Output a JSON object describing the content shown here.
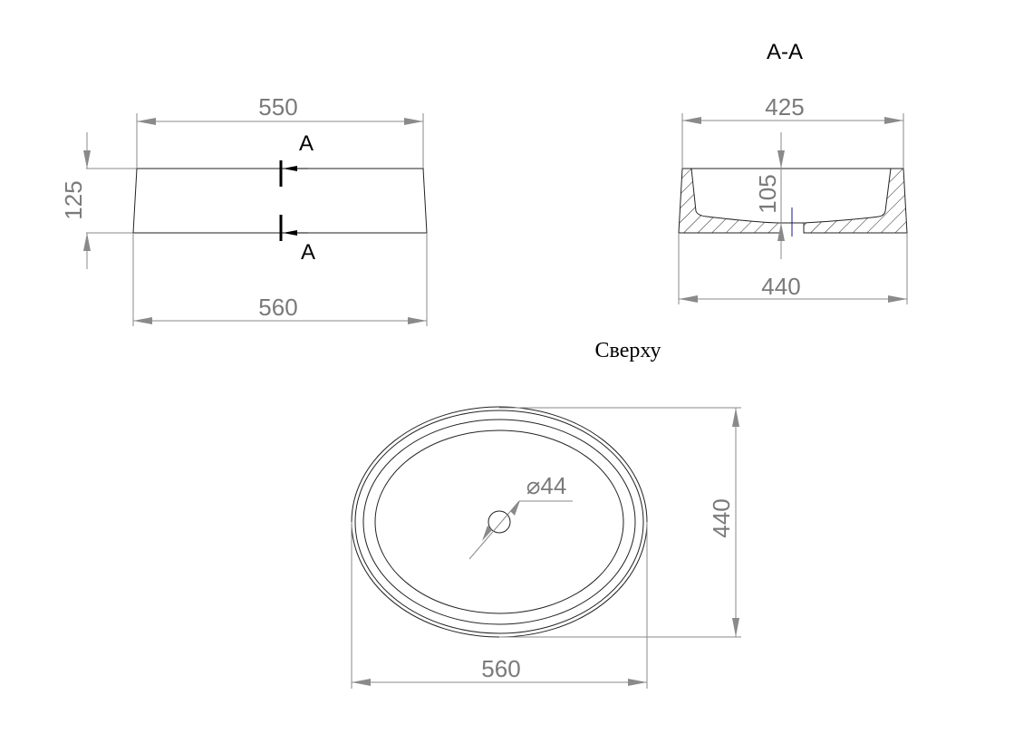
{
  "front_view": {
    "top_width": "550",
    "bottom_width": "560",
    "height": "125",
    "section_label_top": "A",
    "section_label_bottom": "A"
  },
  "section_view": {
    "title": "A-A",
    "top_width": "425",
    "bottom_width": "440",
    "depth": "105"
  },
  "top_view": {
    "title": "Сверху",
    "width": "560",
    "depth": "440",
    "drain_diameter": "44",
    "diameter_symbol": "⌀"
  }
}
